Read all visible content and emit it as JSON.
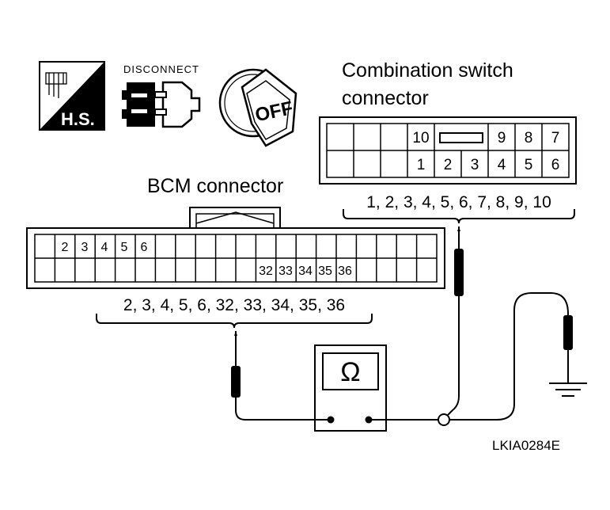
{
  "icons": {
    "hs_label": "H.S.",
    "disconnect_label": "DISCONNECT",
    "off_label": "OFF"
  },
  "combination_switch": {
    "title_line1": "Combination switch",
    "title_line2": "connector",
    "top_row_left": "10",
    "top_row_right": [
      "9",
      "8",
      "7"
    ],
    "bottom_row": [
      "1",
      "2",
      "3",
      "4",
      "5",
      "6"
    ],
    "test_pins": "1, 2, 3, 4, 5, 6, 7, 8, 9, 10"
  },
  "bcm": {
    "title": "BCM connector",
    "top_row": [
      "2",
      "3",
      "4",
      "5",
      "6"
    ],
    "bottom_row": [
      "32",
      "33",
      "34",
      "35",
      "36"
    ],
    "test_pins": "2, 3, 4, 5, 6, 32, 33, 34, 35, 36"
  },
  "meter": {
    "symbol": "Ω"
  },
  "figure_code": "LKIA0284E"
}
